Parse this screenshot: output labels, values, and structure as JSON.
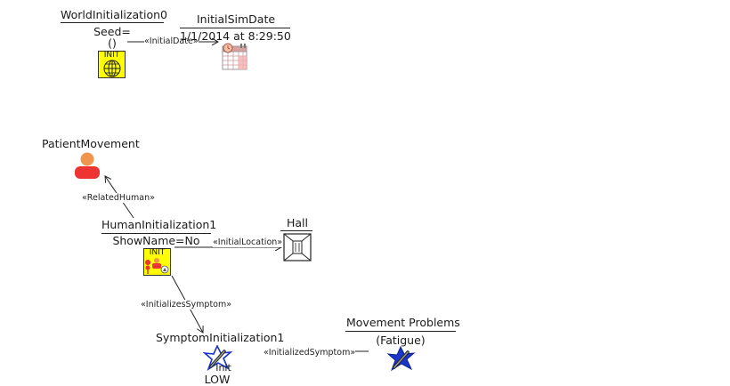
{
  "nodes": {
    "world_init": {
      "name": "WorldInitialization0",
      "attr1": "Seed=",
      "attr2": "()",
      "badge": "INIT",
      "icon": "globe-icon"
    },
    "sim_date": {
      "name": "InitialSimDate",
      "attr1": "1/1/2014 at 8:29:50",
      "icon": "calendar-icon"
    },
    "patient_movement": {
      "name": "PatientMovement",
      "icon": "person-icon"
    },
    "human_init": {
      "name": "HumanInitialization1",
      "attr1": "ShowName=No",
      "badge": "INIT",
      "icon": "person-location-icon"
    },
    "hall": {
      "name": "Hall",
      "icon": "hall-icon"
    },
    "symptom_init": {
      "name": "SymptomInitialization1",
      "attr1": "LOW",
      "icon_caption": "Init",
      "icon": "symptom-star-icon"
    },
    "movement_problems": {
      "name": "Movement Problems",
      "attr1": "(Fatigue)",
      "icon": "symptom-star-icon"
    }
  },
  "edges": {
    "initial_date": "«InitialDate»",
    "related_human": "«RelatedHuman»",
    "initial_location": "«InitialLocation»",
    "initializes_symptom": "«InitializesSymptom»",
    "initialized_symptom": "«InitializedSymptom»"
  },
  "colors": {
    "init_badge": "#ffff00",
    "person_head": "#f0954e",
    "person_body": "#ee3333",
    "star_fill": "#1a35c8",
    "calendar_accent": "#e88080"
  }
}
